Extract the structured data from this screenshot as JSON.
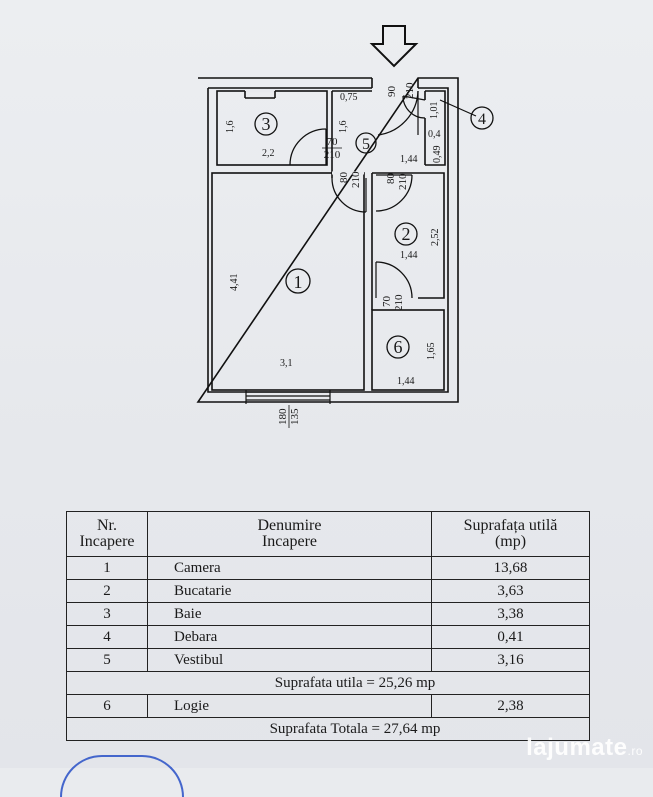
{
  "plan": {
    "arrow_label": "",
    "labels": {
      "d075": "0,75",
      "d90": "90",
      "d210a": "210",
      "d101": "1,01",
      "d04": "0,4",
      "d049": "0,49",
      "d16a": "1,6",
      "d22": "2,2",
      "d16b": "1,6",
      "d70a": "70",
      "d210b": "210",
      "d144a": "1,44",
      "d80a": "80",
      "d210c": "210",
      "d80b": "80",
      "d210d": "210",
      "d441": "4,41",
      "d252": "2,52",
      "d144b": "1,44",
      "d31": "3,1",
      "d70b": "70",
      "d210e": "210",
      "d165": "1,65",
      "d144c": "1,44",
      "d180": "180",
      "d135": "135"
    },
    "rooms": [
      "1",
      "2",
      "3",
      "4",
      "5",
      "6"
    ]
  },
  "table": {
    "header": {
      "nr": "Nr.\nIncapere",
      "name": "Denumire\nIncapere",
      "area": "Suprafața utilă\n(mp)"
    },
    "rows": [
      {
        "nr": "1",
        "name": "Camera",
        "area": "13,68"
      },
      {
        "nr": "2",
        "name": "Bucatarie",
        "area": "3,63"
      },
      {
        "nr": "3",
        "name": "Baie",
        "area": "3,38"
      },
      {
        "nr": "4",
        "name": "Debara",
        "area": "0,41"
      },
      {
        "nr": "5",
        "name": "Vestibul",
        "area": "3,16"
      }
    ],
    "subtotal": "Suprafata  utila = 25,26 mp",
    "loggia": {
      "nr": "6",
      "name": "Logie",
      "area": "2,38"
    },
    "total": "Suprafata  Totala = 27,64 mp"
  },
  "watermark": {
    "brand": "lajumate",
    "tld": ".ro"
  }
}
